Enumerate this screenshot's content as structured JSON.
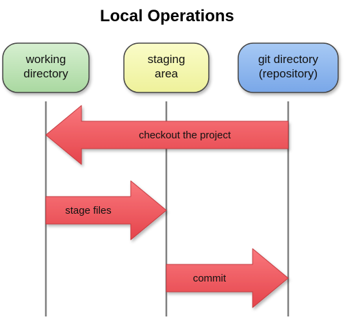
{
  "title": "Local Operations",
  "nodes": [
    {
      "id": "working",
      "lines": [
        "working",
        "directory"
      ],
      "color": "#b7e0b0"
    },
    {
      "id": "staging",
      "lines": [
        "staging",
        "area"
      ],
      "color": "#f6f7ad"
    },
    {
      "id": "gitdir",
      "lines": [
        "git directory",
        "(repository)"
      ],
      "color": "#8cb6ee"
    }
  ],
  "arrows": [
    {
      "id": "checkout",
      "label": "checkout the project",
      "from": "gitdir",
      "to": "working"
    },
    {
      "id": "stage",
      "label": "stage files",
      "from": "working",
      "to": "staging"
    },
    {
      "id": "commit",
      "label": "commit",
      "from": "staging",
      "to": "gitdir"
    }
  ],
  "colors": {
    "arrow_fill": "#ef4f56",
    "arrow_stroke": "#c53a3f",
    "lifeline": "#7f7f7f",
    "node_stroke": "#444444"
  }
}
